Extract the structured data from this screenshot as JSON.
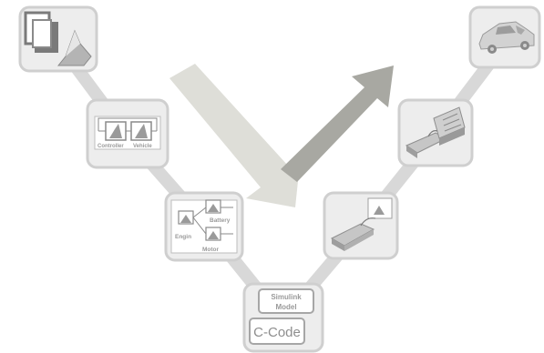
{
  "stages": {
    "architecture": {
      "controller_label": "Controller",
      "vehicle_label": "Vehicle"
    },
    "components": {
      "battery_label": "Battery",
      "engine_label": "Engin",
      "motor_label": "Motor"
    },
    "bottom": {
      "simulink_line1": "Simulink",
      "simulink_line2": "Model",
      "ccode_label": "C-Code"
    }
  },
  "icons": {
    "requirements": "documents-and-surface-plot-icon",
    "car": "car-icon",
    "hil": "hardware-rack-icon",
    "pil": "embedded-board-icon"
  },
  "colors": {
    "path": "#d4d4d4",
    "box_border": "#cfcfcf",
    "arrow_down": "#dcdcd6",
    "arrow_up": "#a6a6a0"
  }
}
